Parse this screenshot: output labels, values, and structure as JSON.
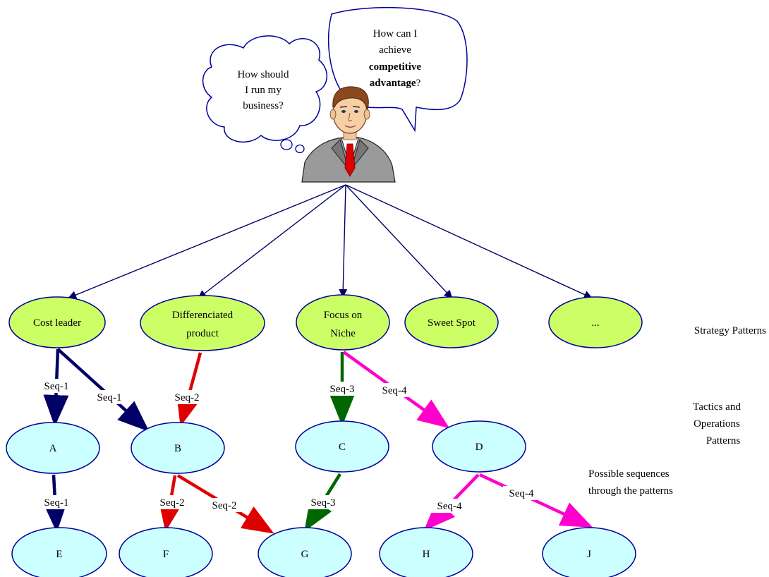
{
  "thoughts": {
    "left": [
      "How should",
      "I run my",
      "business?"
    ],
    "right": {
      "line1": "How can I",
      "line2": "achieve",
      "line3": "competitive",
      "line4_bold": "advantage",
      "line4_rest": "?"
    }
  },
  "strategy_nodes": [
    {
      "id": "cost",
      "lines": [
        "Cost leader"
      ]
    },
    {
      "id": "diff",
      "lines": [
        "Differenciated",
        "product"
      ]
    },
    {
      "id": "niche",
      "lines": [
        "Focus on",
        "Niche"
      ]
    },
    {
      "id": "sweet",
      "lines": [
        "Sweet Spot"
      ]
    },
    {
      "id": "more",
      "lines": [
        "..."
      ]
    }
  ],
  "tactic_nodes": [
    {
      "id": "A",
      "label": "A"
    },
    {
      "id": "B",
      "label": "B"
    },
    {
      "id": "C",
      "label": "C"
    },
    {
      "id": "D",
      "label": "D"
    },
    {
      "id": "E",
      "label": "E"
    },
    {
      "id": "F",
      "label": "F"
    },
    {
      "id": "G",
      "label": "G"
    },
    {
      "id": "H",
      "label": "H"
    },
    {
      "id": "J",
      "label": "J"
    }
  ],
  "edges": [
    {
      "from": "cost",
      "to": "A",
      "label": "Seq-1",
      "color": "#000066"
    },
    {
      "from": "cost",
      "to": "B",
      "label": "Seq-1",
      "color": "#000066"
    },
    {
      "from": "A",
      "to": "E",
      "label": "Seq-1",
      "color": "#000066"
    },
    {
      "from": "diff",
      "to": "B",
      "label": "Seq-2",
      "color": "#e00000"
    },
    {
      "from": "B",
      "to": "F",
      "label": "Seq-2",
      "color": "#e00000"
    },
    {
      "from": "B",
      "to": "G",
      "label": "Seq-2",
      "color": "#e00000"
    },
    {
      "from": "niche",
      "to": "C",
      "label": "Seq-3",
      "color": "#006600"
    },
    {
      "from": "C",
      "to": "G",
      "label": "Seq-3",
      "color": "#006600"
    },
    {
      "from": "niche",
      "to": "D",
      "label": "Seq-4",
      "color": "#ff00cc"
    },
    {
      "from": "D",
      "to": "H",
      "label": "Seq-4",
      "color": "#ff00cc"
    },
    {
      "from": "D",
      "to": "J",
      "label": "Seq-4",
      "color": "#ff00cc"
    }
  ],
  "side_labels": {
    "strategy": [
      "Strategy Patterns"
    ],
    "tactics": [
      "Tactics and",
      "Operations",
      "Patterns"
    ],
    "sequences": [
      "Possible sequences",
      "through the patterns"
    ]
  },
  "colors": {
    "strategy_fill": "#ccff66",
    "tactic_fill": "#ccffff",
    "node_stroke": "#000099",
    "manager_arrow": "#000066"
  }
}
